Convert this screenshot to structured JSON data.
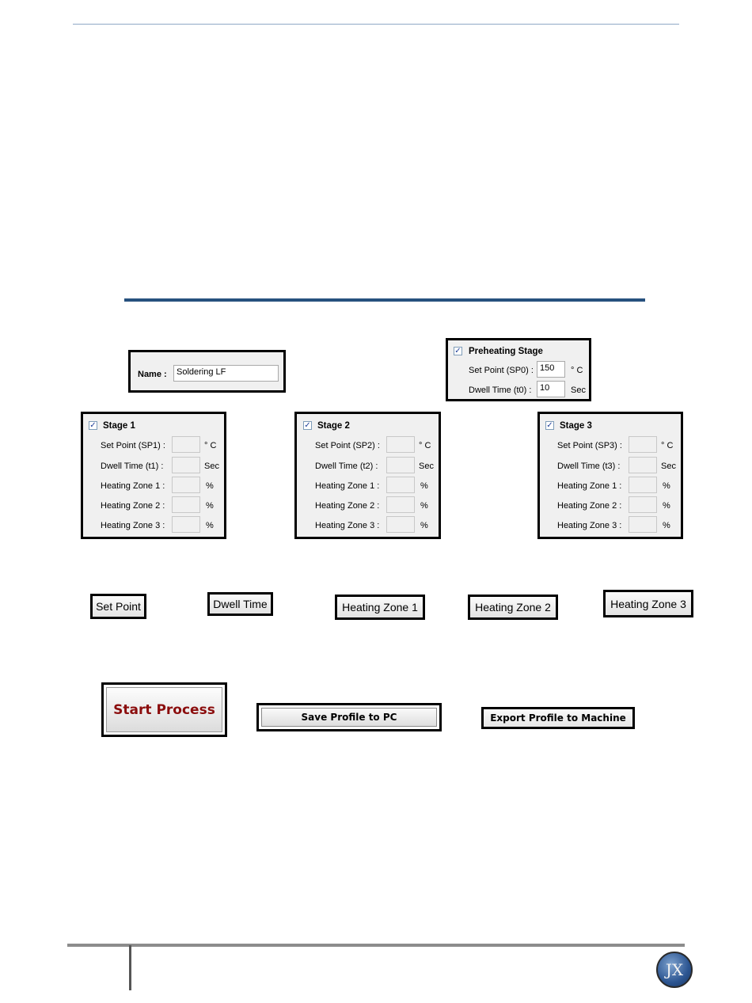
{
  "name_panel": {
    "label": "Name :",
    "value": "Soldering LF"
  },
  "preheat": {
    "title": "Preheating Stage",
    "checked_mark": "✓",
    "set_point_label": "Set Point (SP0) :",
    "set_point_value": "150",
    "set_point_unit": "° C",
    "dwell_label": "Dwell Time (t0) :",
    "dwell_value": "10",
    "dwell_unit": "Sec"
  },
  "stages": [
    {
      "title": "Stage 1",
      "sp_label": "Set Point (SP1) :",
      "dwell_label": "Dwell Time (t1) :",
      "hz1_label": "Heating Zone 1 :",
      "hz2_label": "Heating Zone 2 :",
      "hz3_label": "Heating Zone 3 :",
      "sp_unit": "° C",
      "dwell_unit": "Sec",
      "pct": "%"
    },
    {
      "title": "Stage 2",
      "sp_label": "Set Point (SP2) :",
      "dwell_label": "Dwell Time (t2) :",
      "hz1_label": "Heating Zone 1 :",
      "hz2_label": "Heating Zone 2 :",
      "hz3_label": "Heating Zone 3 :",
      "sp_unit": "° C",
      "dwell_unit": "Sec",
      "pct": "%"
    },
    {
      "title": "Stage 3",
      "sp_label": "Set Point (SP3) :",
      "dwell_label": "Dwell Time (t3) :",
      "hz1_label": "Heating Zone 1 :",
      "hz2_label": "Heating Zone 2 :",
      "hz3_label": "Heating Zone 3 :",
      "sp_unit": "° C",
      "dwell_unit": "Sec",
      "pct": "%"
    }
  ],
  "tags": {
    "set_point": "Set Point",
    "dwell_time": "Dwell Time",
    "heating_zone_1": "Heating Zone 1",
    "heating_zone_2": "Heating Zone 2",
    "heating_zone_3": "Heating Zone 3"
  },
  "actions": {
    "start": "Start Process",
    "save": "Save Profile to PC",
    "export": "Export Profile to Machine"
  },
  "footer": {
    "logo_text": "JX"
  },
  "colors": {
    "start_text": "#8b0d0d",
    "checkbox_border": "#7f9db9",
    "header_line": "#27517e"
  },
  "icons": {
    "checkbox": "checkbox-checked-icon",
    "logo": "jx-logo-icon"
  }
}
